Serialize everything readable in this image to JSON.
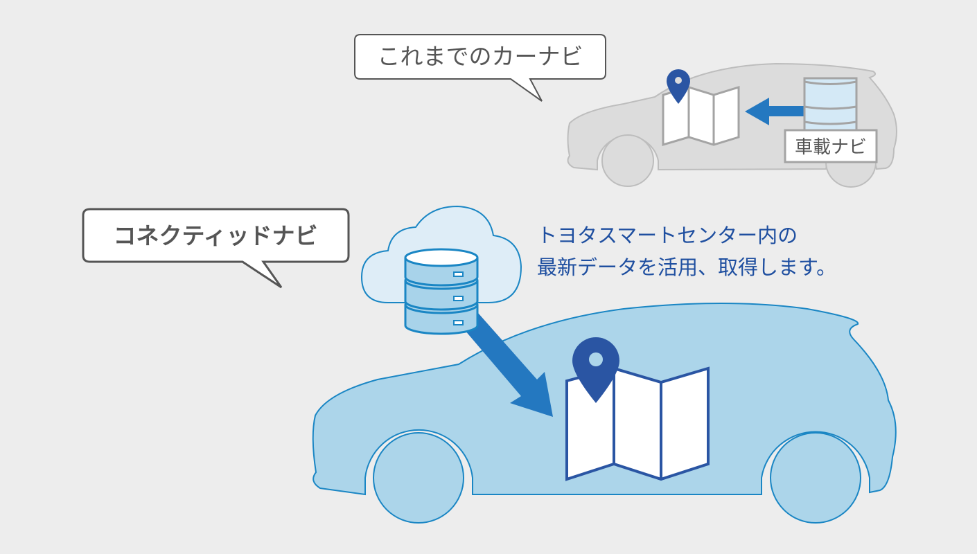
{
  "old_nav": {
    "bubble_label": "これまでのカーナビ",
    "device_label": "車載ナビ"
  },
  "connected_nav": {
    "bubble_label": "コネクティッドナビ",
    "description_line1": "トヨタスマートセンター内の",
    "description_line2": "最新データを活用、取得します。"
  },
  "colors": {
    "background": "#ededed",
    "accent_blue": "#2478c0",
    "pin_blue": "#2a55a3",
    "car_fill": "#acd5ea",
    "car_stroke": "#1a86c4",
    "old_car_fill": "#dcdcdc",
    "old_car_stroke": "#bdbdbd",
    "text_blue": "#1f4fa0"
  }
}
